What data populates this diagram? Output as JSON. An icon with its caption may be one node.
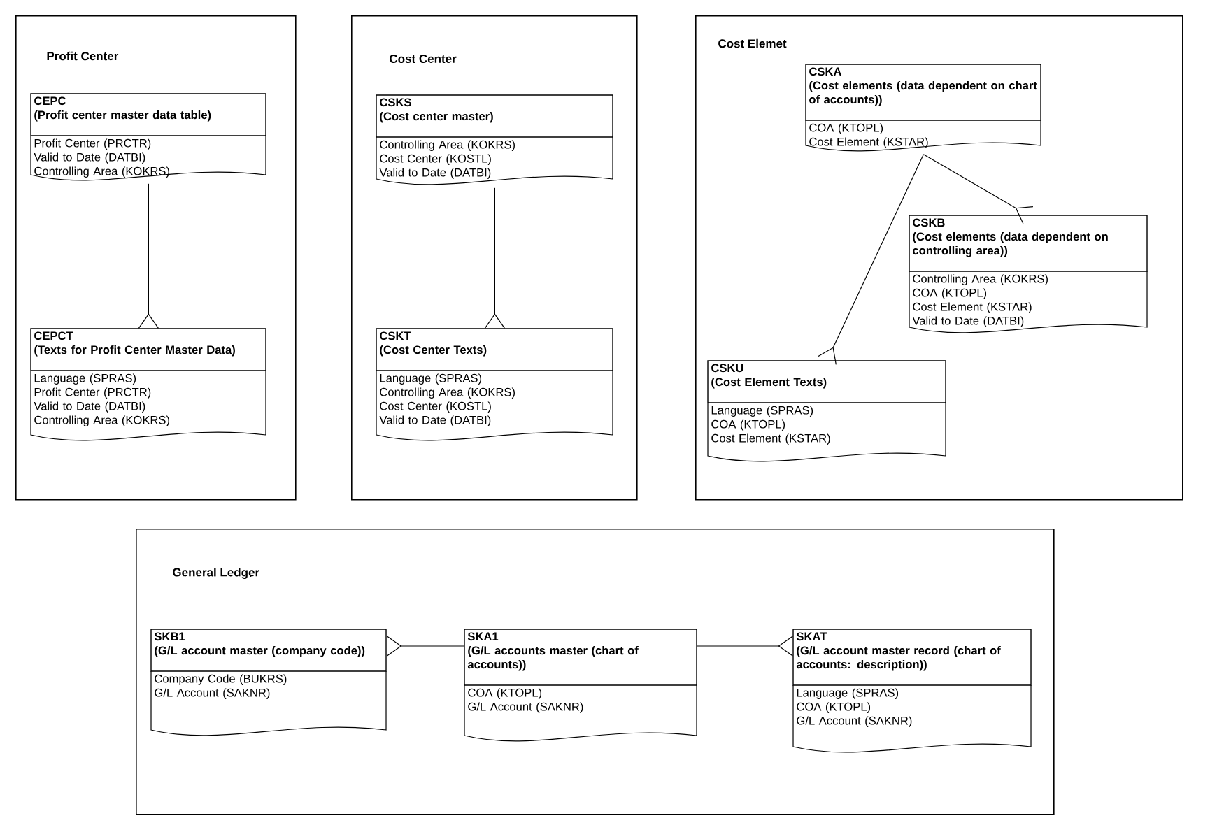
{
  "diagram": {
    "nodes": [
      {
        "text": [
          "Profit Center"
        ]
      },
      {
        "text": [
          "CEPC",
          "(Profit center master data table)",
          "Profit Center (PRCTR)",
          "Valid to Date (DATBI)",
          "Controlling Area (KOKRS)"
        ],
        "in": 0
      },
      {
        "text": [
          "CEPCT",
          "(Texts for Profit Center Master Data)",
          "Language (SPRAS)",
          "Profit Center (PRCTR)",
          "Valid to Date (DATBI)",
          "Controlling Area (KOKRS)"
        ],
        "in": 0
      },
      {
        "text": [
          "Cost Center"
        ]
      },
      {
        "text": [
          "CSKS",
          "(Cost center master)",
          "Controlling Area (KOKRS)",
          "Cost Center (KOSTL)",
          "Valid to Date (DATBI)"
        ],
        "in": 3
      },
      {
        "text": [
          "CSKT",
          "(Cost Center Texts)",
          "Language (SPRAS)",
          "Controlling Area (KOKRS)",
          "Cost Center (KOSTL)",
          "Valid to Date (DATBI)"
        ],
        "in": 3
      },
      {
        "text": [
          "Cost Elemet"
        ]
      },
      {
        "text": [
          "CSKA",
          "(Cost elements (data dependent on chart of accounts))",
          "COA (KTOPL)",
          "Cost Element (KSTAR)"
        ],
        "in": 6
      },
      {
        "text": [
          "CSKB",
          "(Cost elements (data dependent on controlling area))",
          "Controlling Area (KOKRS)",
          "COA (KTOPL)",
          "Cost Element (KSTAR)",
          "Valid to Date (DATBI)"
        ],
        "in": 6
      },
      {
        "text": [
          "CSKU",
          "(Cost Element Texts)",
          "Language (SPRAS)",
          "COA (KTOPL)",
          "Cost Element (KSTAR)"
        ],
        "in": 6
      },
      {
        "text": [
          "General Ledger"
        ]
      },
      {
        "text": [
          "SKB1",
          "(G/L account master (company code))",
          "Company Code (BUKRS)",
          "G/L Account (SAKNR)"
        ],
        "in": 10
      },
      {
        "text": [
          "SKA1",
          "(G/L accounts master (chart of accounts))",
          "COA (KTOPL)",
          "G/L Account (SAKNR)"
        ],
        "in": 10
      },
      {
        "text": [
          "SKAT",
          "(G/L account master record (chart of accounts: description))",
          "Language (SPRAS)",
          "COA (KTOPL)",
          "G/L Account (SAKNR)"
        ],
        "in": 10
      }
    ],
    "edges": [
      {
        "from": 1,
        "to": 2,
        "arrow": "other"
      },
      {
        "from": 4,
        "to": 5,
        "arrow": "other"
      },
      {
        "from": 7,
        "to": 8,
        "arrow": "other"
      },
      {
        "from": 7,
        "to": 9,
        "arrow": "other"
      },
      {
        "from": 12,
        "to": 11,
        "arrow": "other"
      },
      {
        "from": 12,
        "to": 13,
        "arrow": "other"
      }
    ]
  }
}
